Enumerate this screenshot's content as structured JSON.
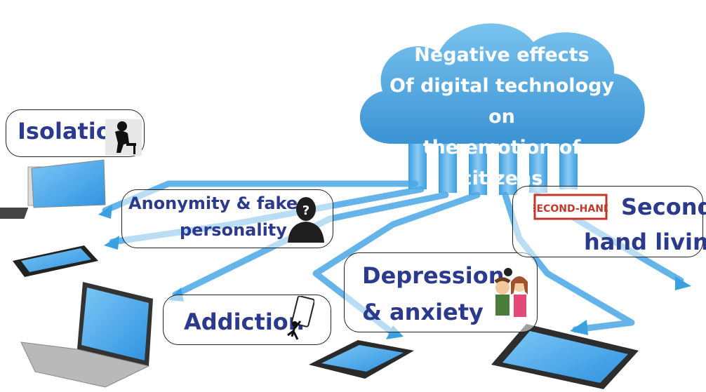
{
  "title": {
    "line1": "Negative effects",
    "line2": "Of digital technology on",
    "line3": "the emotion of citizens"
  },
  "effects": {
    "isolation": "Isolation",
    "anonymity_line1": "Anonymity & fake",
    "anonymity_line2": "personality",
    "addiction": "Addiction",
    "depression_line1": "Depression",
    "depression_line2": "& anxiety",
    "second_hand_line1": "Second",
    "second_hand_line2": "hand living"
  },
  "stamp_text": "SECOND-HAND",
  "question_mark": "?",
  "colors": {
    "cloud": "#4aa8e0",
    "arrow": "#3b9fe0",
    "label_text": "#2b3a8c",
    "stamp": "#c0392b",
    "screen": "#3aa0e8"
  },
  "icons": [
    "isolation-person-icon",
    "anonymous-person-icon",
    "phone-addiction-icon",
    "stressed-people-icon",
    "second-hand-stamp-icon"
  ]
}
